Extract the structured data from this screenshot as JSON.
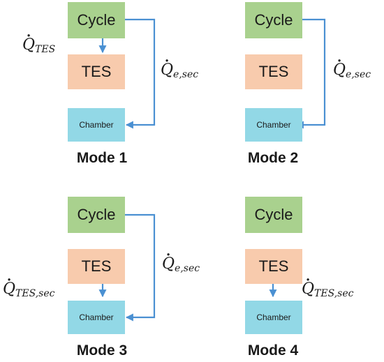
{
  "blocks": {
    "cycle": "Cycle",
    "tes": "TES",
    "chamber": "Chamber"
  },
  "modes": [
    {
      "label": "Mode 1",
      "left_flow": "TES",
      "right_flow": "e,sec"
    },
    {
      "label": "Mode 2",
      "right_flow": "e,sec"
    },
    {
      "label": "Mode 3",
      "left_flow": "TES,sec",
      "right_flow": "e,sec"
    },
    {
      "label": "Mode 4",
      "right_flow": "TES,sec"
    }
  ],
  "flow_symbol": "Q",
  "colors": {
    "cycle": "#a9d18e",
    "tes": "#f8cbad",
    "chamber": "#92d8e6",
    "arrow": "#4a90d2"
  }
}
